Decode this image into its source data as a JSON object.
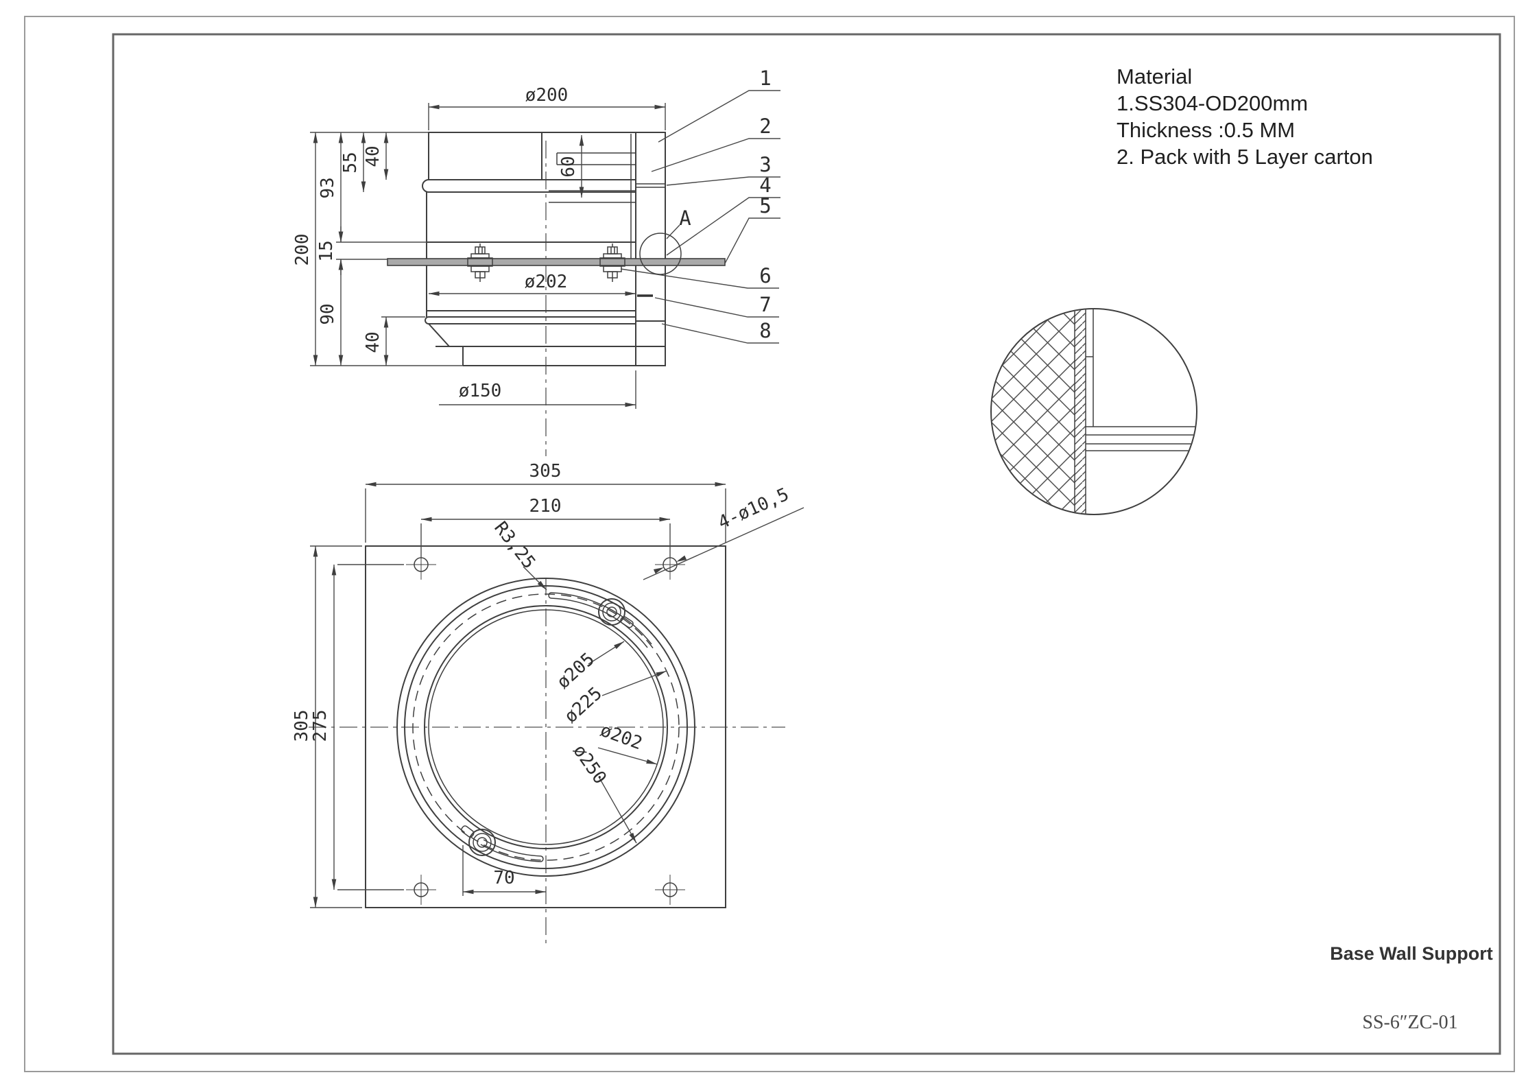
{
  "page": {
    "background": "#ffffff",
    "line_color": "#3f3f3f"
  },
  "notes": {
    "title": "Material",
    "line1": "1.SS304-OD200mm",
    "line2": "Thickness :0.5 MM",
    "line3": "2. Pack with 5 Layer carton"
  },
  "title_block": {
    "part_name": "Base Wall Support",
    "drawing_number": "SS-6″ZC-01"
  },
  "section_view": {
    "dims": {
      "outer_dia": "ø200",
      "inner_height": "60",
      "rib_height": "40",
      "lip_height": "55",
      "upper_height": "93",
      "total_height": "200",
      "plate_gap": "15",
      "lower_height": "90",
      "bottom_lip_height": "40",
      "collar_dia": "ø202",
      "bottom_dia": "ø150"
    },
    "detail_callout": "A",
    "balloons": [
      "1",
      "2",
      "3",
      "4",
      "5",
      "6",
      "7",
      "8"
    ]
  },
  "plan_view": {
    "dims": {
      "plate_width": "305",
      "hole_pitch_h": "210",
      "plate_height": "305",
      "hole_pitch_v": "275",
      "clamp_offset": "70",
      "corner_holes": "4-ø10,5",
      "slot_radius": "R3,25",
      "ring_dia": "ø205",
      "bolt_circle_dia": "ø225",
      "pipe_dia": "ø202",
      "flange_dia": "ø250"
    }
  }
}
